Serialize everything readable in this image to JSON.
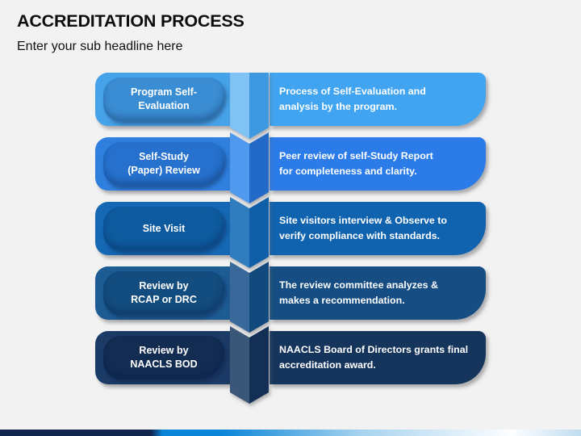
{
  "slide": {
    "title": "ACCREDITATION PROCESS",
    "subtitle": "Enter your sub headline here",
    "background_color": "#F2F2F2",
    "text_color_on_shapes": "#FFFFFF"
  },
  "steps": [
    {
      "label_lines": [
        "Program Self-",
        "Evaluation"
      ],
      "desc_lines": [
        "Process of Self-Evaluation and",
        "analysis by the program."
      ],
      "colors": {
        "band": "#47A3E9",
        "pill": "#3B8DD3",
        "spine_left": "#7FC3F5",
        "spine_right": "#3E98E0",
        "box": "#41A4F1"
      }
    },
    {
      "label_lines": [
        "Self-Study",
        "(Paper) Review"
      ],
      "desc_lines": [
        "Peer review of self-Study Report",
        "for completeness and clarity."
      ],
      "colors": {
        "band": "#2F7FDE",
        "pill": "#2671CD",
        "spine_left": "#4F9AEE",
        "spine_right": "#2369C8",
        "box": "#2B7CE8"
      }
    },
    {
      "label_lines": [
        "Site Visit"
      ],
      "desc_lines": [
        "Site visitors interview & Observe to",
        "verify compliance with standards."
      ],
      "colors": {
        "band": "#1568B4",
        "pill": "#0E5A9E",
        "spine_left": "#2F7CBE",
        "spine_right": "#0F5FA8",
        "box": "#1063AE"
      }
    },
    {
      "label_lines": [
        "Review by",
        "RCAP or DRC"
      ],
      "desc_lines": [
        "The review committee analyzes &",
        "makes a recommendation."
      ],
      "colors": {
        "band": "#1D5B93",
        "pill": "#134C7E",
        "spine_left": "#38699A",
        "spine_right": "#134A7D",
        "box": "#164E83"
      }
    },
    {
      "label_lines": [
        "Review by",
        "NAACLS BOD"
      ],
      "desc_lines": [
        "NAACLS Board of Directors grants final",
        "accreditation award."
      ],
      "colors": {
        "band": "#1B3A66",
        "pill": "#122C52",
        "spine_left": "#3A5679",
        "spine_right": "#142F55",
        "box": "#16355D"
      }
    }
  ],
  "footer_bar_colors": {
    "navy": "#12254E",
    "blue": "#0A85D8",
    "light": "#A6D3EF",
    "white": "#FDFEFF",
    "tint": "#BFDCEF"
  }
}
